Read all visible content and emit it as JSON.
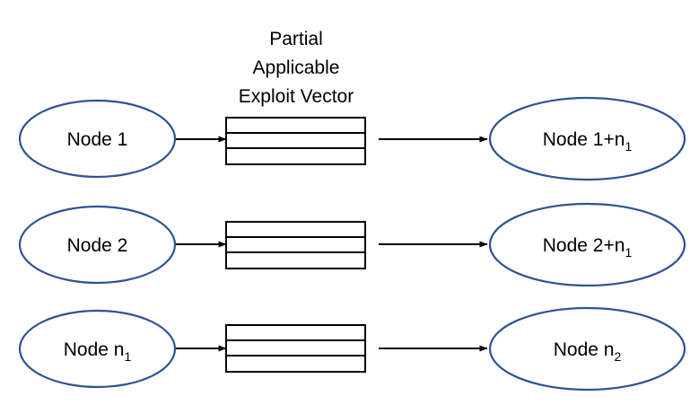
{
  "diagram": {
    "title": {
      "lines": [
        "Partial",
        "Applicable",
        "Exploit Vector"
      ],
      "line1": "Partial",
      "line2": "Applicable",
      "line3": "Exploit Vector"
    },
    "colors": {
      "ellipse_stroke": "#2E5395",
      "box_stroke": "#000000",
      "arrow": "#000000",
      "background": "#ffffff",
      "text": "#000000"
    },
    "rows": [
      {
        "source": {
          "label": "Node 1",
          "base": "Node 1",
          "subscript": ""
        },
        "vector": {
          "label": "Partial Applicable Exploit Vector",
          "cells": 3
        },
        "target": {
          "label": "Node 1+n1",
          "base": "Node 1+n",
          "subscript": "1"
        }
      },
      {
        "source": {
          "label": "Node 2",
          "base": "Node 2",
          "subscript": ""
        },
        "vector": {
          "label": "Partial Applicable Exploit Vector",
          "cells": 3
        },
        "target": {
          "label": "Node 2+n1",
          "base": "Node 2+n",
          "subscript": "1"
        }
      },
      {
        "source": {
          "label": "Node n1",
          "base": "Node n",
          "subscript": "1"
        },
        "vector": {
          "label": "Partial Applicable Exploit Vector",
          "cells": 3
        },
        "target": {
          "label": "Node n2",
          "base": "Node n",
          "subscript": "2"
        }
      }
    ]
  }
}
